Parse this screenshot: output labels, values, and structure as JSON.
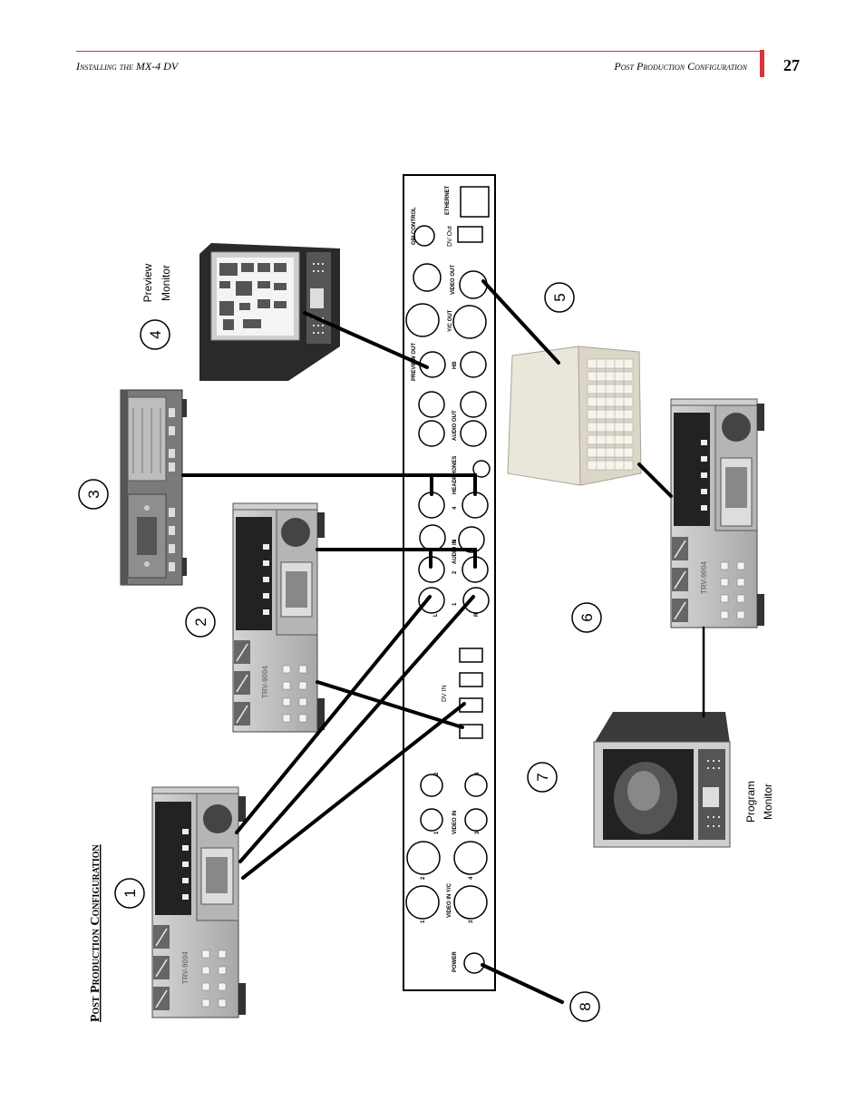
{
  "header": {
    "left_title": "Installing the MX-4 DV",
    "right_title": "Post Production Configuration",
    "page_number": "27"
  },
  "diagram": {
    "section_title": "Post Production Configuration",
    "callouts": [
      "1",
      "2",
      "3",
      "4",
      "5",
      "6",
      "7",
      "8"
    ],
    "preview_label_1": "Preview",
    "preview_label_2": "Monitor",
    "program_label_1": "Program",
    "program_label_2": "Monitor",
    "vcr_model": "TRV-9004",
    "panel": {
      "power": "POWER",
      "video_in_yc": "VIDEO IN Y/C",
      "video_in": "VIDEO  IN",
      "dv_in": "DV IN",
      "audio_in": "AUDIO IN",
      "headphones": "HEADPHONES",
      "audio_out": "AUDIO  OUT",
      "preview_out": "PREVIEW OUT",
      "yc_out": "Y/C OUT",
      "video_out": "VIDEO OUT",
      "dv_out": "DV Out",
      "gpi_control": "GPI CONTROL",
      "ethernet": "ETHERNET",
      "n1": "1",
      "n2": "2",
      "n3": "3",
      "n4": "4",
      "L": "L",
      "R": "R",
      "hb": "HB"
    }
  }
}
